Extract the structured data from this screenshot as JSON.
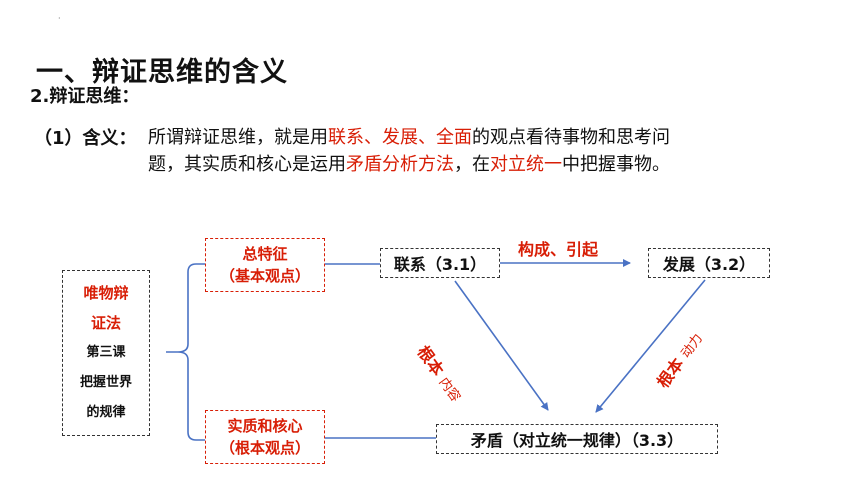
{
  "top_mark": "·",
  "heading": "一、辩证思维的含义",
  "subheading": "2.辩证思维：",
  "definition": {
    "label": "（1）含义：",
    "line1": {
      "p1": "所谓辩证思维，就是用",
      "r1": "联系、发展、全面",
      "p2": "的观点看待事物和思考问"
    },
    "line2": {
      "p1": "题，其实质和核心是运用",
      "r1": "矛盾分析方法",
      "p2": "，在",
      "r2": "对立统一",
      "p3": "中把握事物。"
    }
  },
  "diagram": {
    "left_box": {
      "l1": "唯物辩",
      "l2": "证法",
      "l3": "第三课",
      "l4": "把握世界",
      "l5": "的规律"
    },
    "cat1": {
      "l1": "总特征",
      "l2": "（基本观点）"
    },
    "cat2": {
      "l1": "实质和核心",
      "l2": "（根本观点）"
    },
    "node_lianxi": "联系（3.1）",
    "node_fazhan": "发展（3.2）",
    "node_maodun": "矛盾（对立统一规律）（3.3）",
    "edge_top": "构成、引起",
    "edge_left": {
      "bold": "根本",
      "thin": "内容"
    },
    "edge_right": {
      "bold": "根本",
      "thin": "动力"
    },
    "colors": {
      "red": "#d81e06",
      "arrow": "#4a72c4"
    }
  }
}
